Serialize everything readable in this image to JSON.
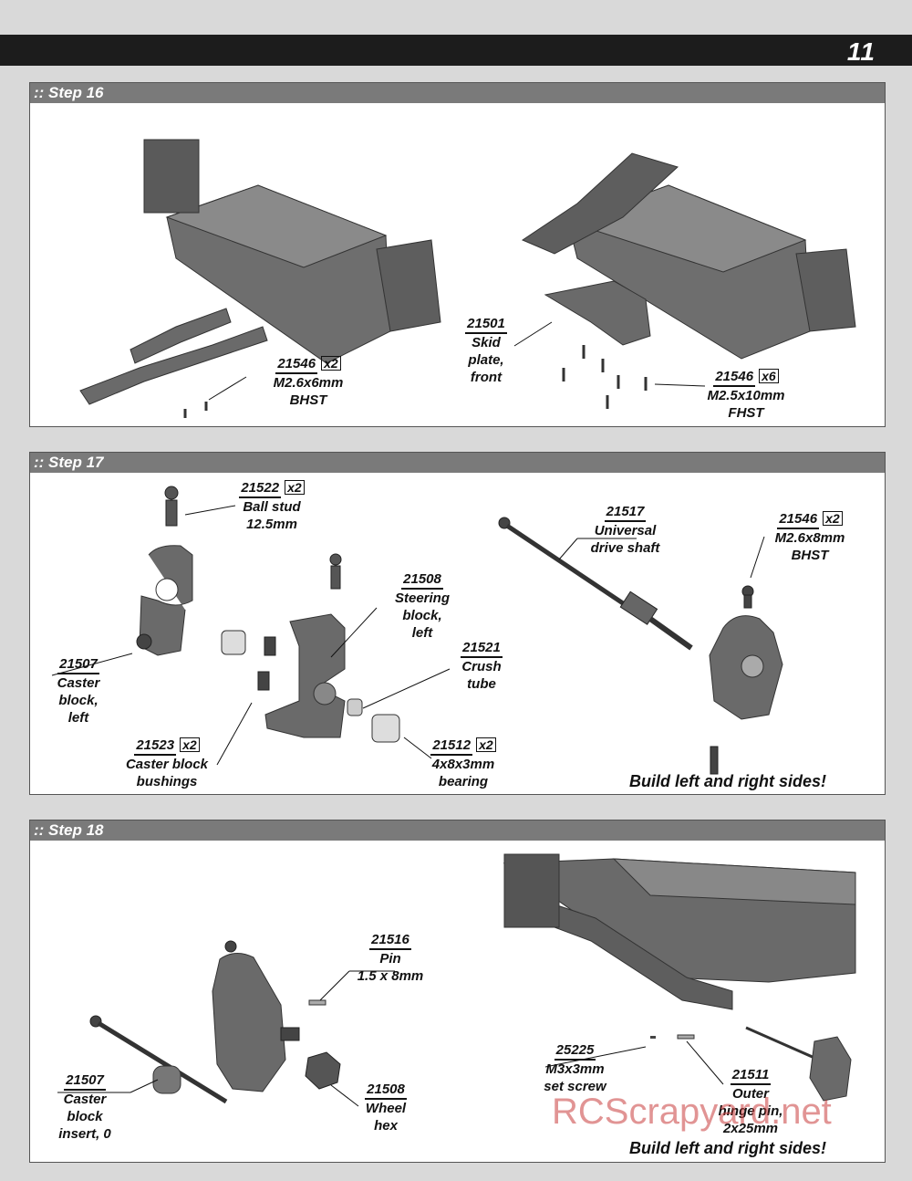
{
  "page": {
    "number": "11"
  },
  "step16": {
    "title": ":: Step 16",
    "label_a": {
      "num": "21546",
      "qty": "x2",
      "l1": "M2.6x6mm",
      "l2": "BHST"
    },
    "label_b": {
      "num": "21501",
      "l1": "Skid",
      "l2": "plate,",
      "l3": "front"
    },
    "label_c": {
      "num": "21546",
      "qty": "x6",
      "l1": "M2.5x10mm",
      "l2": "FHST"
    }
  },
  "step17": {
    "title": ":: Step 17",
    "ball_stud": {
      "num": "21522",
      "qty": "x2",
      "l1": "Ball stud",
      "l2": "12.5mm"
    },
    "caster": {
      "num": "21507",
      "l1": "Caster",
      "l2": "block,",
      "l3": "left"
    },
    "steering": {
      "num": "21508",
      "l1": "Steering",
      "l2": "block,",
      "l3": "left"
    },
    "crush": {
      "num": "21521",
      "l1": "Crush",
      "l2": "tube"
    },
    "bushings": {
      "num": "21523",
      "qty": "x2",
      "l1": "Caster block",
      "l2": "bushings"
    },
    "bearing": {
      "num": "21512",
      "qty": "x2",
      "l1": "4x8x3mm",
      "l2": "bearing"
    },
    "ujoint": {
      "num": "21517",
      "l1": "Universal",
      "l2": "drive shaft"
    },
    "screw": {
      "num": "21546",
      "qty": "x2",
      "l1": "M2.6x8mm",
      "l2": "BHST"
    },
    "note": "Build left and right sides!"
  },
  "step18": {
    "title": ":: Step 18",
    "pin": {
      "num": "21516",
      "l1": "Pin",
      "l2": "1.5 x 8mm"
    },
    "insert": {
      "num": "21507",
      "l1": "Caster",
      "l2": "block",
      "l3": "insert, 0"
    },
    "hex": {
      "num": "21508",
      "l1": "Wheel",
      "l2": "hex"
    },
    "setscrew": {
      "num": "25225",
      "l1": "M3x3mm",
      "l2": "set screw"
    },
    "hinge": {
      "num": "21511",
      "l1": "Outer",
      "l2": "hinge pin,",
      "l3": "2x25mm"
    },
    "note": "Build left and right sides!"
  },
  "watermark": "RCScrapyard.net"
}
